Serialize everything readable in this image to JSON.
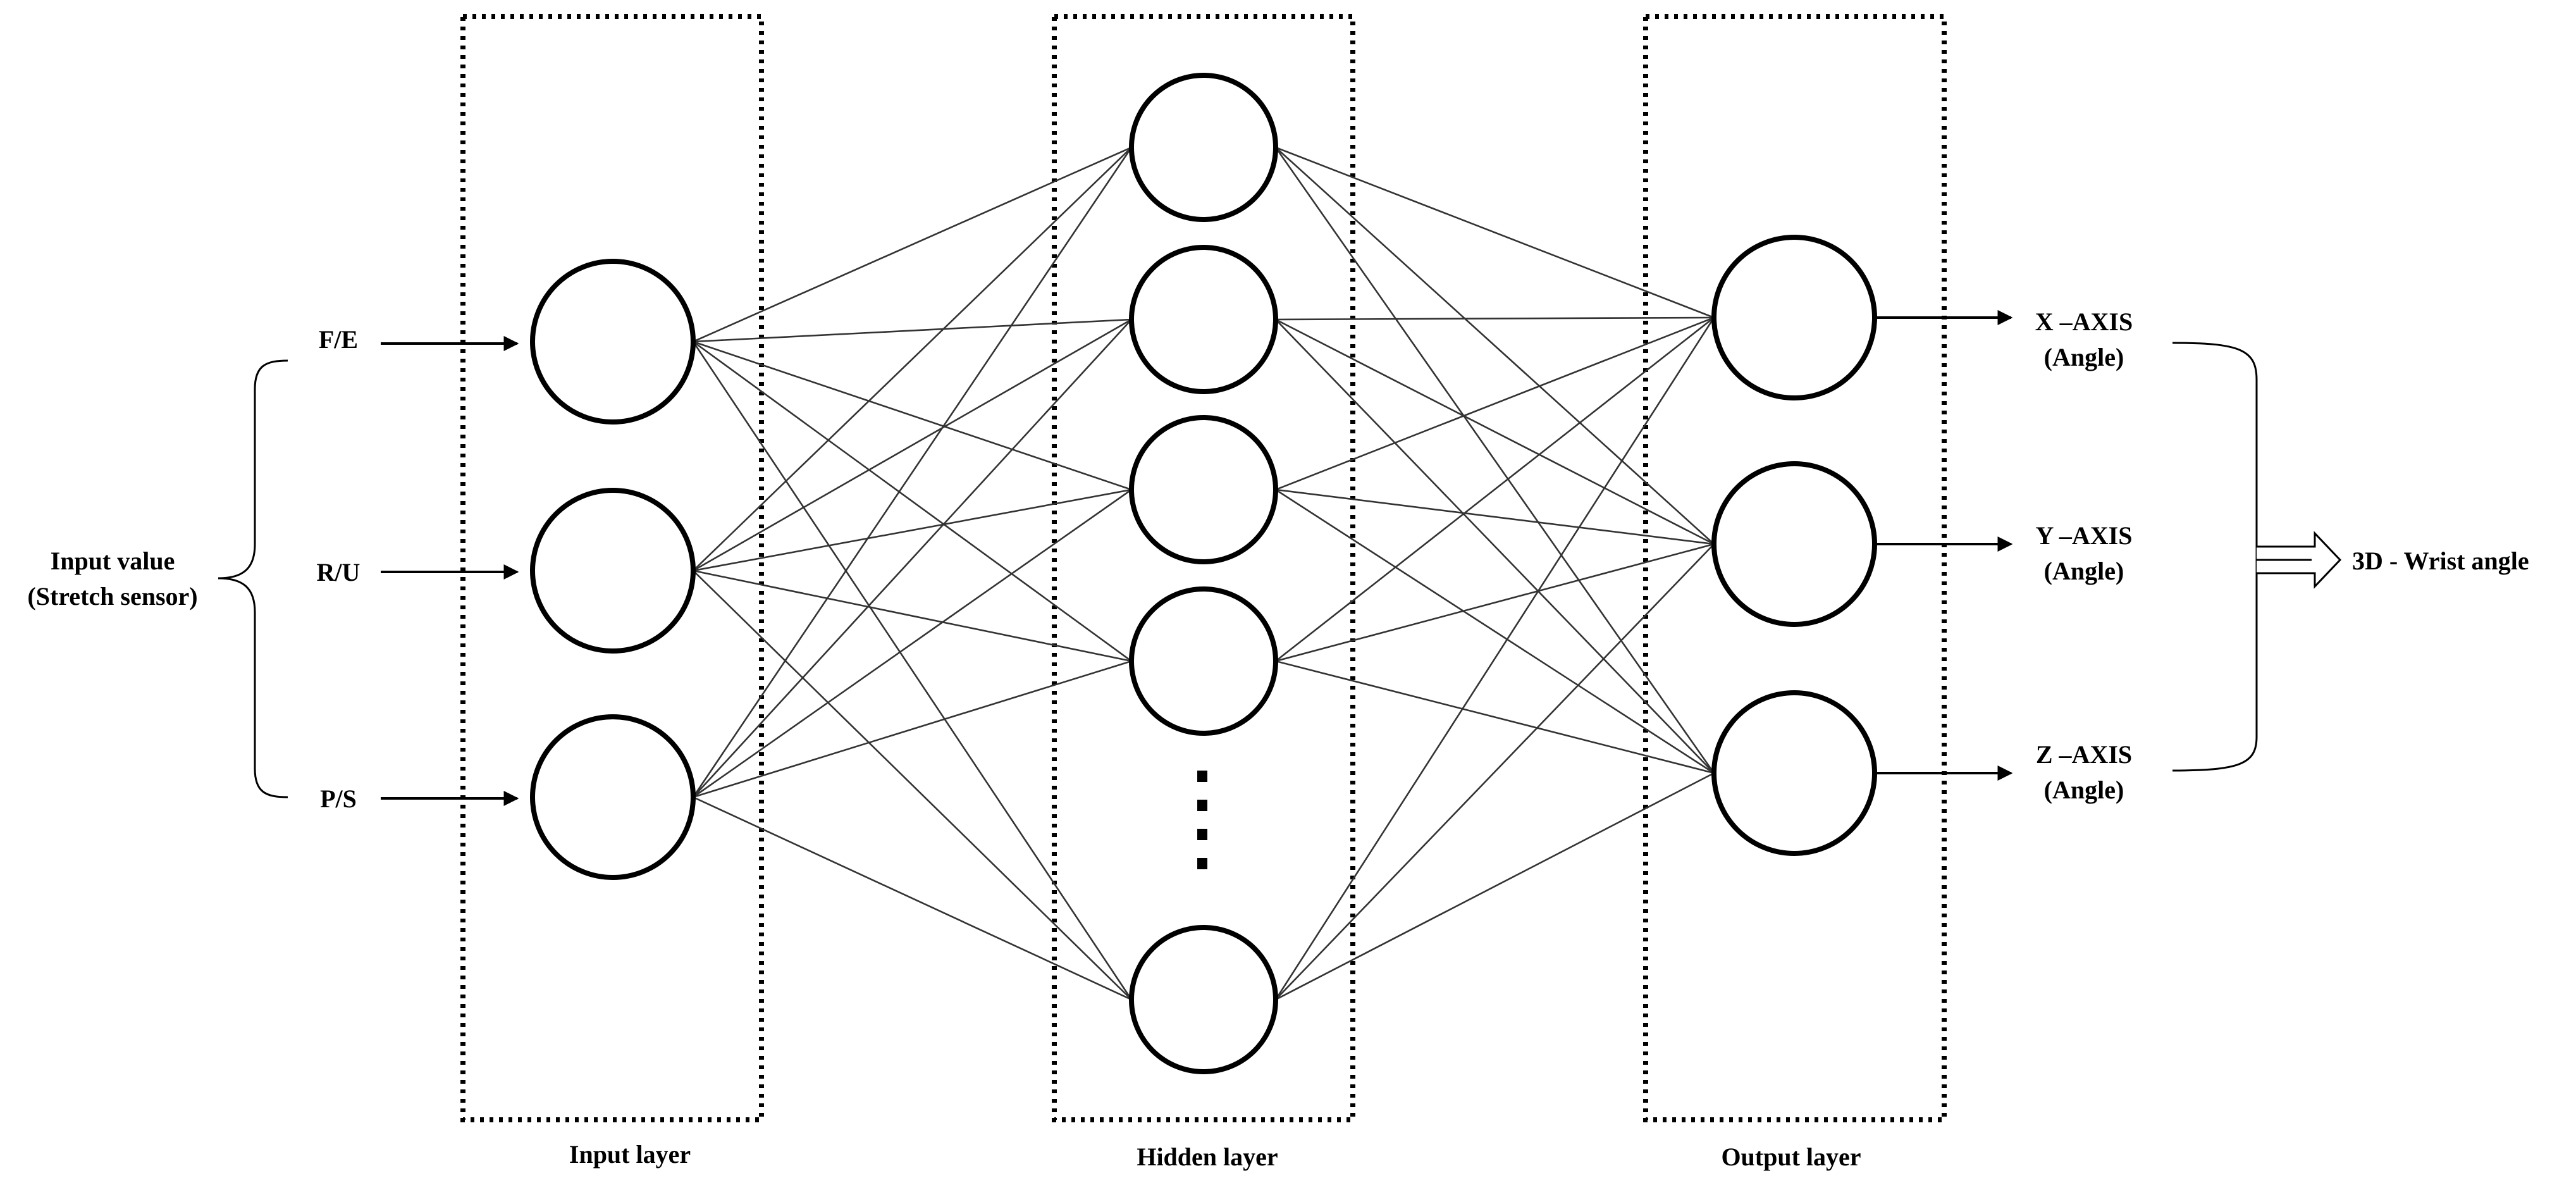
{
  "layers": {
    "input": "Input layer",
    "hidden": "Hidden layer",
    "output": "Output layer"
  },
  "input_group": {
    "line1": "Input value",
    "line2": "(Stretch sensor)"
  },
  "inputs": [
    "F/E",
    "R/U",
    "P/S"
  ],
  "outputs": [
    {
      "axis": "X –AXIS",
      "unit": "(Angle)"
    },
    {
      "axis": "Y –AXIS",
      "unit": "(Angle)"
    },
    {
      "axis": "Z –AXIS",
      "unit": "(Angle)"
    }
  ],
  "result": "3D - Wrist angle"
}
